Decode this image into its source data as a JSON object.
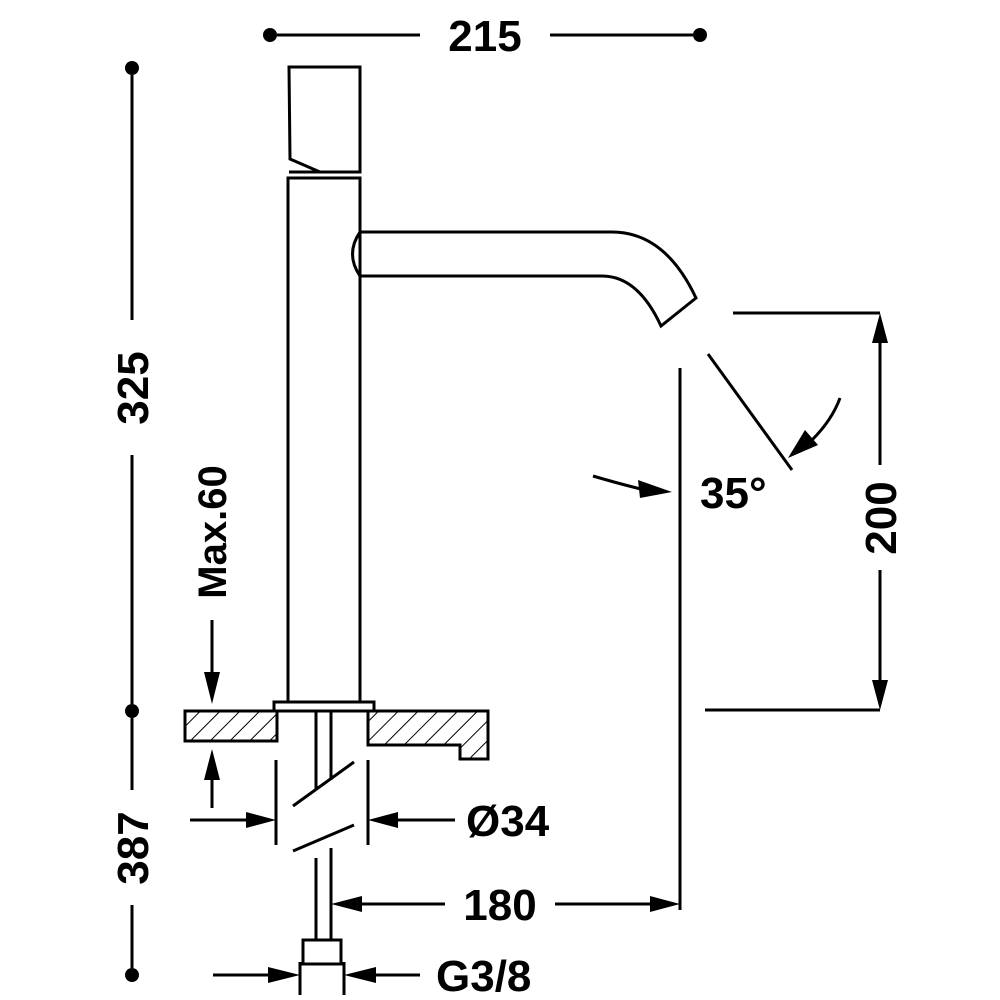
{
  "dimensions": {
    "overall_width": "215",
    "overall_height": "325",
    "max_deck_thickness": "Max.60",
    "spout_height": "200",
    "spout_angle": "35°",
    "body_diameter": "Ø34",
    "spout_reach": "180",
    "below_deck_length": "387",
    "connection_thread": "G3/8"
  },
  "colors": {
    "line": "#000000",
    "background": "#ffffff"
  }
}
